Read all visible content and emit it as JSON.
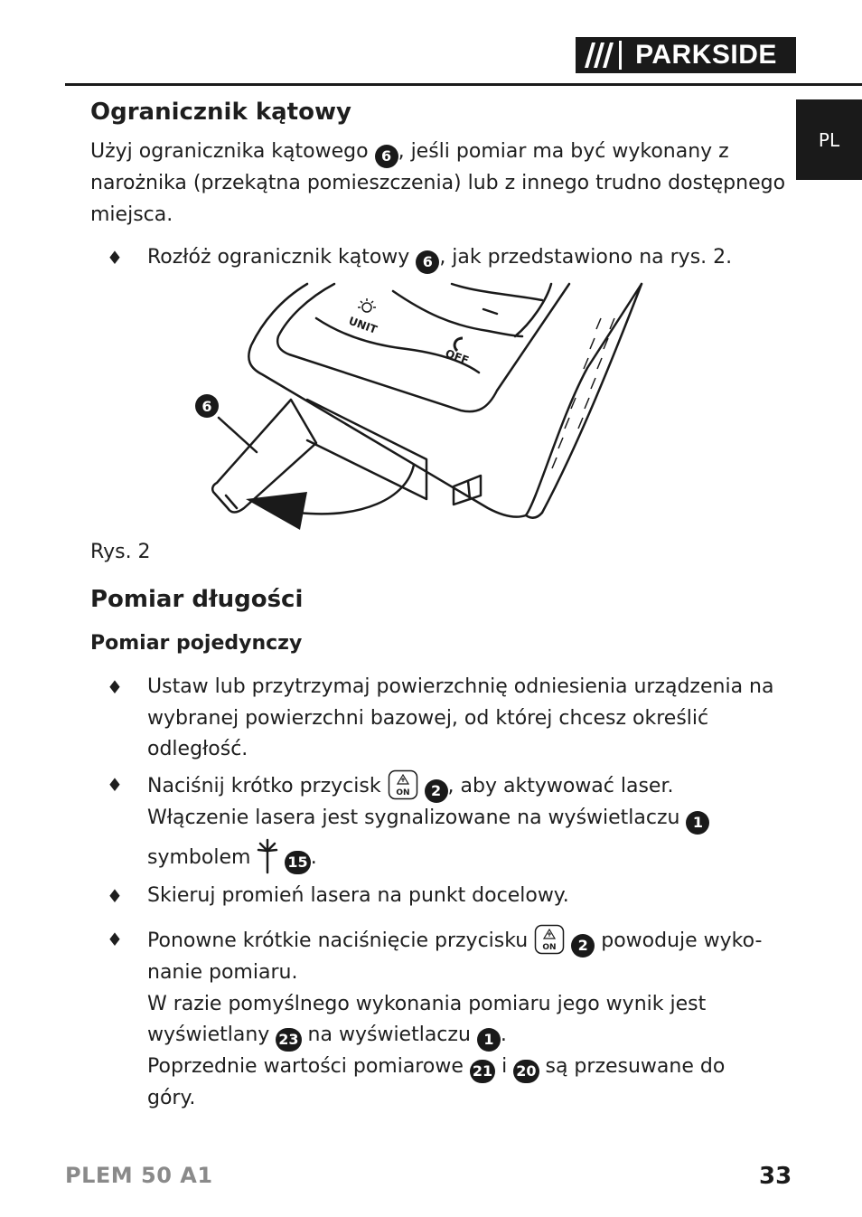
{
  "header": {
    "brand": "PARKSIDE",
    "lang_tab": "PL"
  },
  "section1": {
    "title": "Ogranicznik kątowy",
    "para": [
      "Użyj ogranicznika kątowego ",
      "6",
      ", jeśli pomiar ma być wykonany z narożnika (przekątna pomieszczenia) lub z innego trudno dostępnego miejsca."
    ],
    "bullet1": [
      "Rozłóż ogranicznik kątowy ",
      "6",
      ", jak przedstawiono na rys. 2."
    ]
  },
  "figure": {
    "callout": "6",
    "label_unit": "UNIT",
    "label_off": "OFF",
    "caption": "Rys. 2"
  },
  "section2": {
    "title": "Pomiar długości",
    "subtitle": "Pomiar pojedynczy",
    "bullet1": "Ustaw lub przytrzymaj powierzchnię odniesienia urządzenia na wybranej powierzchni bazowej, od której chcesz określić odległość.",
    "bullet2": {
      "a": "Naciśnij krótko przycisk ",
      "n1": "2",
      "b": ", aby aktywować laser.",
      "c": "Włączenie lasera jest sygnalizowane na wyświetlaczu ",
      "n2": "1",
      "d": "symbolem ",
      "n3": "15",
      "e": "."
    },
    "bullet3": "Skieruj promień lasera na punkt docelowy.",
    "bullet4": {
      "a": "Ponowne krótkie naciśnięcie przycisku ",
      "n1": "2",
      "b": " powoduje wyko-",
      "c": "nanie pomiaru.",
      "d": "W razie pomyślnego wykonania pomiaru jego wynik jest",
      "e": "wyświetlany ",
      "n2": "23",
      "f": " na wyświetlaczu ",
      "n3": "1",
      "g": ".",
      "h": "Poprzednie wartości pomiarowe ",
      "n4": "21",
      "i": " i ",
      "n5": "20",
      "j": " są przesuwane do",
      "k": "góry."
    },
    "button_label": "ON",
    "bullet_glyph": "♦"
  },
  "footer": {
    "model": "PLEM 50 A1",
    "page": "33"
  }
}
